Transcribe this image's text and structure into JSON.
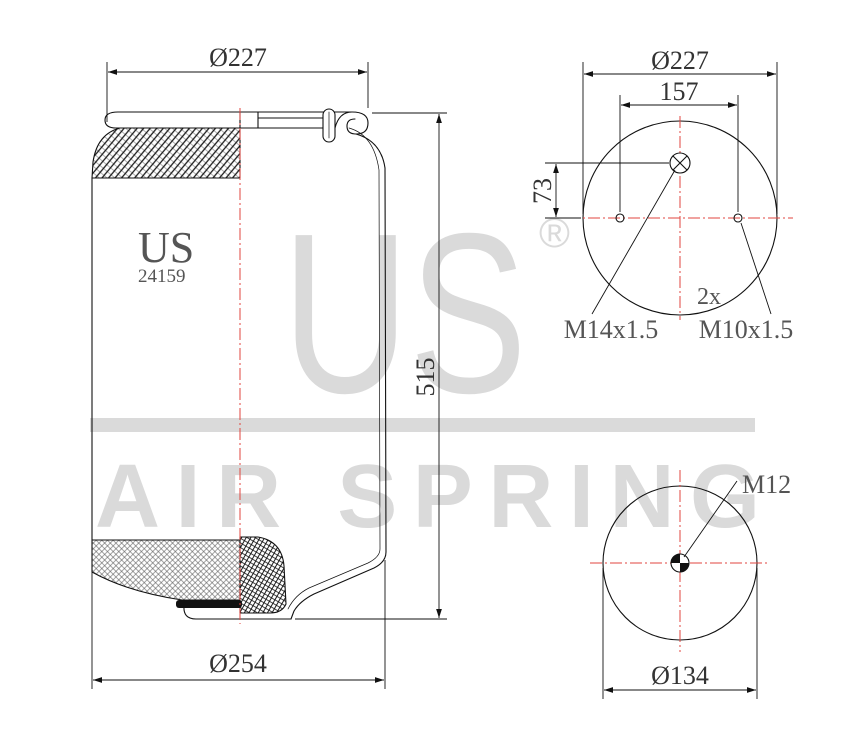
{
  "watermark": {
    "brand": "US",
    "registered": "®",
    "tagline": "AIR SPRING"
  },
  "side_view": {
    "top_diameter": "Ø227",
    "height": "515",
    "bottom_diameter": "Ø254",
    "logo": "US",
    "part_number": "24159"
  },
  "top_view": {
    "diameter": "Ø227",
    "hole_spacing": "157",
    "center_offset": "73",
    "center_thread": "M14x1.5",
    "side_thread_count": "2x",
    "side_thread": "M10x1.5"
  },
  "bottom_view": {
    "center_thread": "M12",
    "diameter": "Ø134"
  },
  "colors": {
    "line": "#111111",
    "dimension_text": "#333333",
    "label_text": "#555555",
    "centerline": "#e0453f",
    "watermark": "#dadada"
  }
}
